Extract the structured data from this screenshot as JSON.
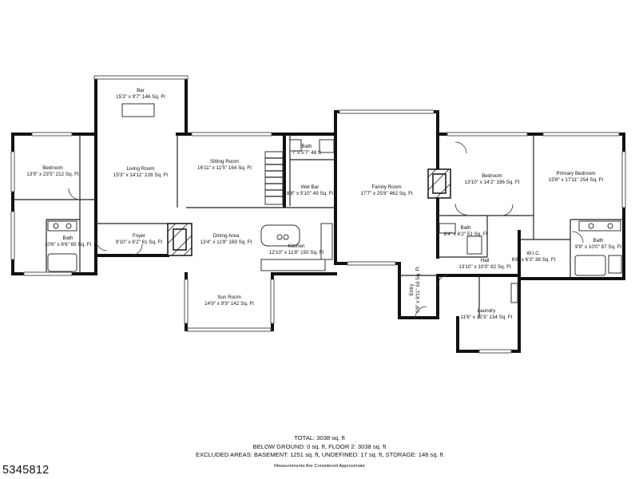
{
  "rooms": {
    "bar": {
      "name": "Bar",
      "dims": "15'3\" x 9'7\" 146 Sq. Ft"
    },
    "bedroom_left": {
      "name": "Bedroom",
      "dims": "13'9\" x 23'5\" 212 Sq. Ft"
    },
    "living_room": {
      "name": "Living Room",
      "dims": "15'3\" x 14'11\" 226 Sq. Ft"
    },
    "sitting_room": {
      "name": "Sitting Room",
      "dims": "16'11\" x 11'5\" 164 Sq. Ft"
    },
    "bath_upper": {
      "name": "Bath",
      "dims": "7' x 5'7\" 48 S"
    },
    "wet_bar": {
      "name": "Wet Bar",
      "dims": "8'8\" x 5'10\" 49 Sq. Ft"
    },
    "family_room": {
      "name": "Family Room",
      "dims": "17'7\" x 25'8\" 462 Sq. Ft"
    },
    "bedroom_right": {
      "name": "Bedroom",
      "dims": "13'10\" x 14'2\" 196 Sq. Ft"
    },
    "primary_bedroom": {
      "name": "Primary Bedroom",
      "dims": "15'8\" x 17'11\" 254 Sq. Ft"
    },
    "bath_left": {
      "name": "Bath",
      "dims": "10'6\" x 8'6\" 65 Sq. Ft"
    },
    "foyer": {
      "name": "Foyer",
      "dims": "9'10\" x 6'2\" 61 Sq. Ft"
    },
    "dining_area": {
      "name": "Dining Area",
      "dims": "13'4\" x 11'8\" 169 Sq. Ft"
    },
    "kitchen": {
      "name": "Kitchen",
      "dims": "12'10\" x 11'8\" 150 Sq. Ft"
    },
    "bath_hall": {
      "name": "Bath",
      "dims": "8'4\" x 6'2\" 51 Sq. Ft"
    },
    "hall": {
      "name": "Hall",
      "dims": "13'10\" x 10'0\" 82 Sq. Ft"
    },
    "wic": {
      "name": "W.I.C.",
      "dims": "6'8\" x 6'3\" 38 Sq. Ft"
    },
    "bath_primary": {
      "name": "Bath",
      "dims": "9'8\" x 10'0\" 87 Sq. Ft"
    },
    "sun_room": {
      "name": "Sun Room",
      "dims": "14'9\" x 9'9\" 142 Sq. Ft"
    },
    "entry": {
      "name": "Entry",
      "dims": "6'9\" x 9'11\" 63 Sq. Ft"
    },
    "laundry": {
      "name": "Laundry",
      "dims": "11'6\" x 12'3\" 134 Sq. Ft"
    }
  },
  "summary": {
    "total": "TOTAL: 3038 sq. ft",
    "below_ground": "BELOW GROUND: 0 sq. ft, FLOOR 2: 3038 sq. ft",
    "excluded": "EXCLUDED AREAS: BASEMENT: 1251 sq. ft, UNDEFINED: 17 sq. ft, STORAGE: 146 sq. ft",
    "disclaimer": "Measurements Are Considered Approximate"
  },
  "listing_id": "5345812"
}
